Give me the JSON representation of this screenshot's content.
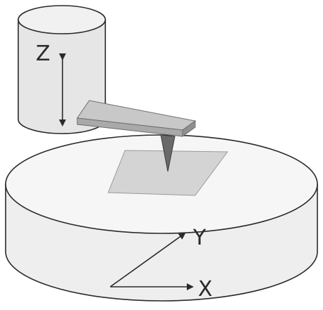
{
  "labels": {
    "z_axis": "Z",
    "y_axis": "Y",
    "x_axis": "X"
  },
  "colors": {
    "outline": "#2a2a2a",
    "cylinder_fill": "#e6e6e6",
    "stage_fill": "#eeeeee",
    "stage_top": "#f6f6f6",
    "cantilever_top": "#c8c8c8",
    "cantilever_side": "#a9a9a9",
    "sample": "#d4d4d4",
    "tip": "#6a6a6a"
  }
}
